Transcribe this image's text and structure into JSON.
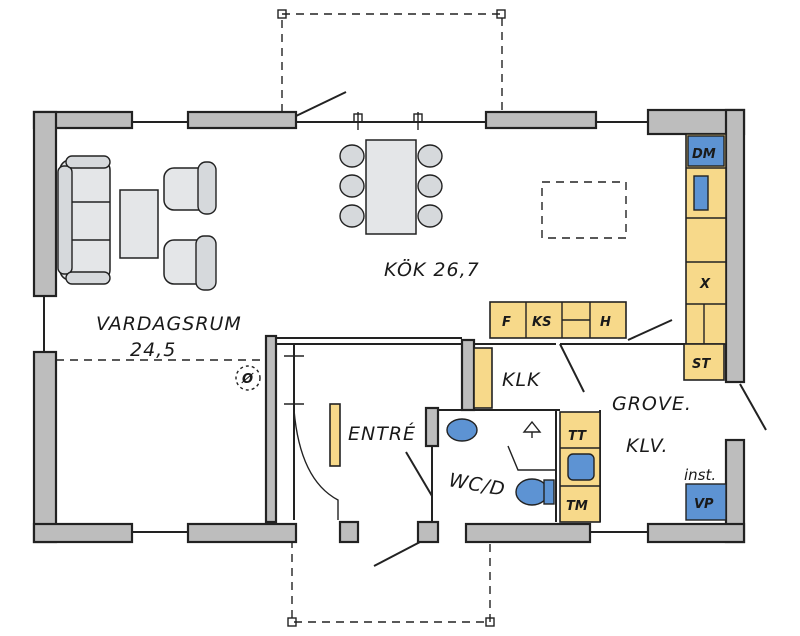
{
  "rooms": {
    "living_name": "VARDAGSRUM",
    "living_area": "24,5",
    "kitchen": "KÖK 26,7",
    "closet": "KLK",
    "entry": "ENTRÉ",
    "wc": "WC/D",
    "utility_1": "GROVE.",
    "utility_2": "KLV."
  },
  "fixtures": {
    "dm": "DM",
    "f": "F",
    "ks": "KS",
    "h": "H",
    "st": "ST",
    "tt": "TT",
    "tm": "TM",
    "inst": "inst.",
    "vp": "VP",
    "x": "X",
    "floor_drain": "Ø"
  },
  "colors": {
    "cabinet": "#f7d98a",
    "appliance": "#5d93d3",
    "wall": "#bdbdbd",
    "furniture": "#e4e6e8"
  }
}
